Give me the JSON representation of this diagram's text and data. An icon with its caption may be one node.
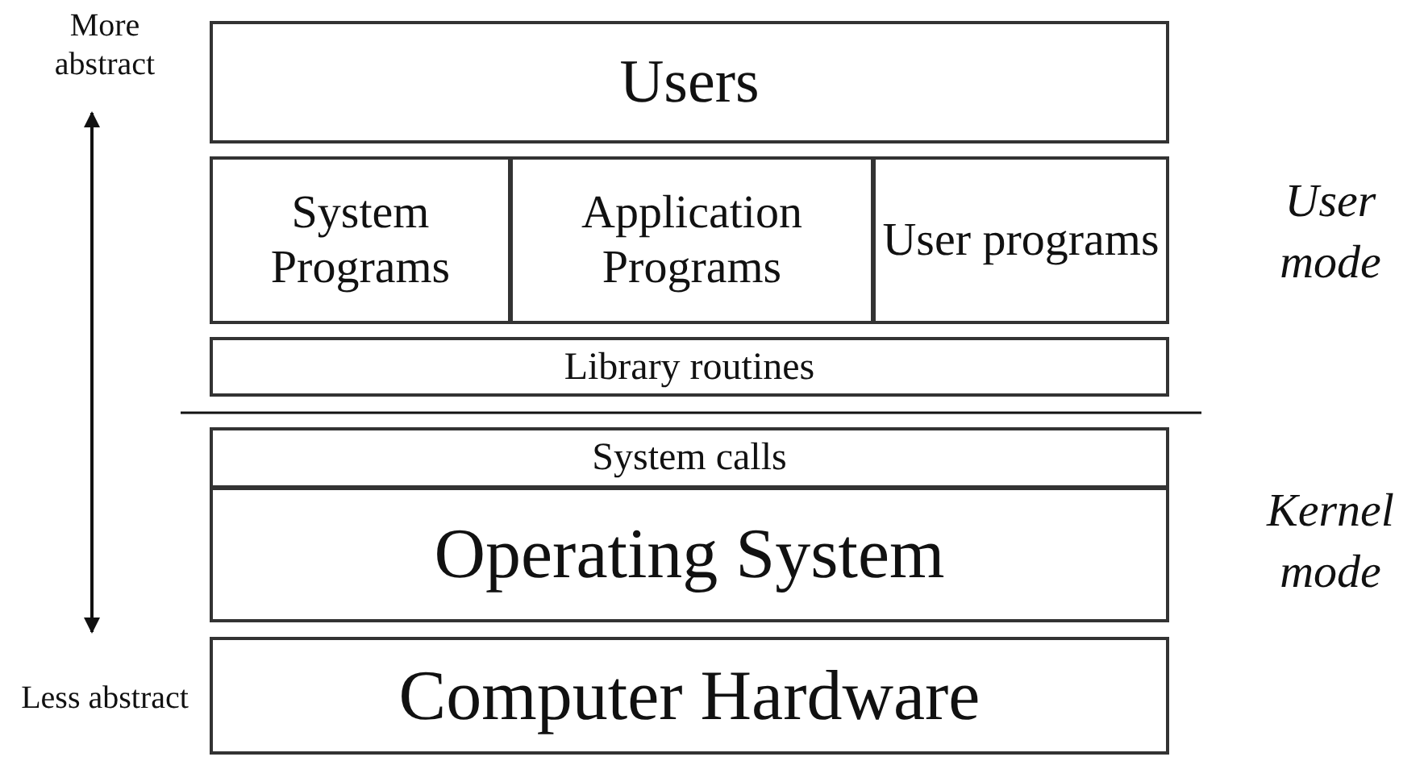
{
  "diagram": {
    "nodes": [
      {
        "text": [
          "Users"
        ]
      },
      {
        "text": [
          "System Programs"
        ]
      },
      {
        "text": [
          "Application Programs"
        ]
      },
      {
        "text": [
          "User programs"
        ]
      },
      {
        "text": [
          "Library routines"
        ]
      },
      {
        "text": [
          "System calls"
        ]
      },
      {
        "text": [
          "Operating System"
        ]
      },
      {
        "text": [
          "Computer Hardware"
        ]
      }
    ],
    "edges": [],
    "labels": [
      "More abstract",
      "User mode",
      "Kernel mode",
      "Less abstract"
    ]
  }
}
